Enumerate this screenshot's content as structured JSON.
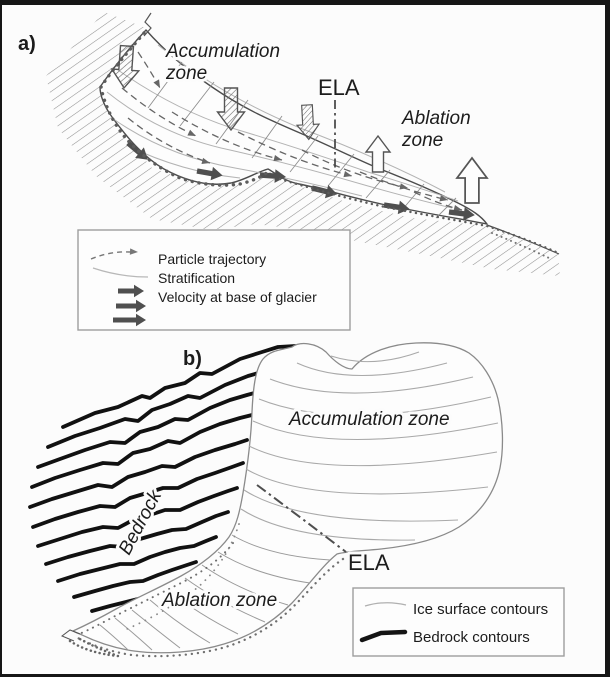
{
  "figure": {
    "type": "glacier-zones-diagram",
    "panel_a": {
      "label": "a)",
      "accumulation_line1": "Accumulation",
      "accumulation_line2": "zone",
      "ela_label": "ELA",
      "ablation_line1": "Ablation",
      "ablation_line2": "zone",
      "legend": {
        "particle_trajectory": "Particle trajectory",
        "stratification": "Stratification",
        "velocity": "Velocity at base of glacier"
      }
    },
    "panel_b": {
      "label": "b)",
      "accumulation_zone": "Accumulation zone",
      "bedrock": "Bedrock",
      "ablation_zone": "Ablation zone",
      "ela_label": "ELA",
      "legend": {
        "ice_surface_contours": "Ice surface contours",
        "bedrock_contours": "Bedrock contours"
      }
    },
    "colors": {
      "background": "#fcfcfc",
      "frame": "#161616",
      "ink": "#1c1c1c",
      "glacier_outline_a": "#4c4c4c",
      "glacier_outline_b": "#8a8a8a",
      "thin_contour": "#a9a9a9",
      "hatch": "#909090",
      "velocity_arrow": "#4f4f4f",
      "legend_border": "#9e9e9e",
      "accumulation_text_b": "#767676"
    }
  }
}
